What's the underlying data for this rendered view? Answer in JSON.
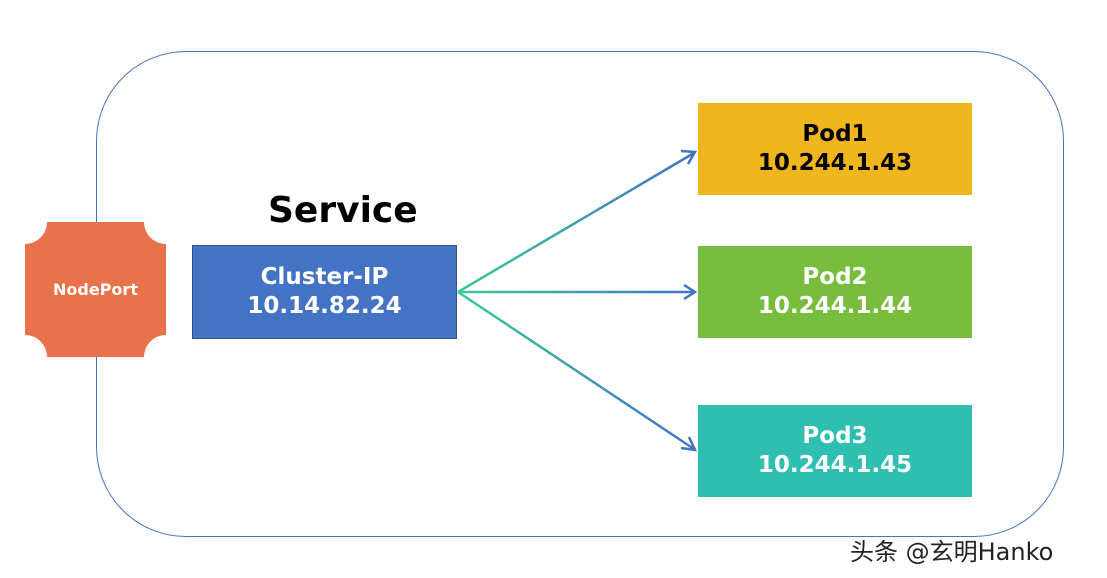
{
  "diagram": {
    "service_title": "Service",
    "nodeport": {
      "label": "NodePort",
      "color": "#e8734a"
    },
    "cluster_ip": {
      "label": "Cluster-IP",
      "ip": "10.14.82.24",
      "color": "#4472c4"
    },
    "pods": [
      {
        "name": "Pod1",
        "ip": "10.244.1.43",
        "color": "#f0b61d"
      },
      {
        "name": "Pod2",
        "ip": "10.244.1.44",
        "color": "#78bd3e"
      },
      {
        "name": "Pod3",
        "ip": "10.244.1.45",
        "color": "#2fbfb0"
      }
    ],
    "frame_color": "#4a72c4",
    "arrow_colors": {
      "start": "#3cc89a",
      "end": "#4472c4"
    }
  },
  "watermark": "头条 @玄明Hanko"
}
